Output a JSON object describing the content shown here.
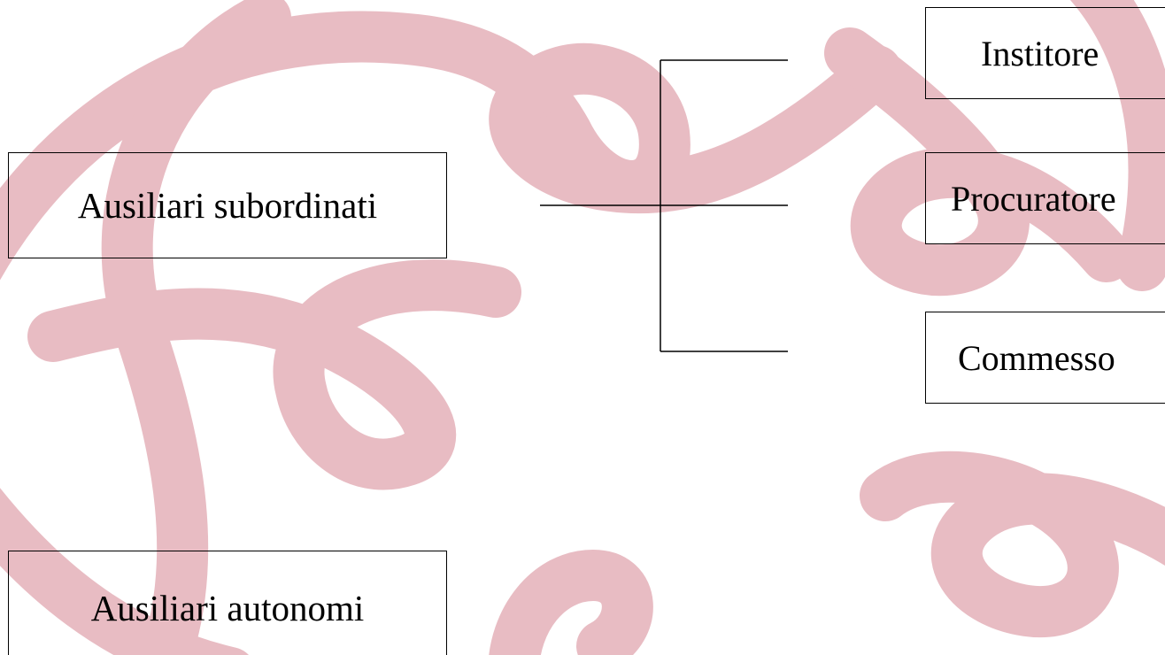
{
  "colors": {
    "watermark": "#e8bcc3",
    "line": "#000000",
    "background": "#ffffff"
  },
  "nodes": {
    "subordinati": "Ausiliari subordinati",
    "autonomi": "Ausiliari autonomi",
    "institore": "Institore",
    "procuratore": "Procuratore",
    "commesso": "Commesso"
  }
}
